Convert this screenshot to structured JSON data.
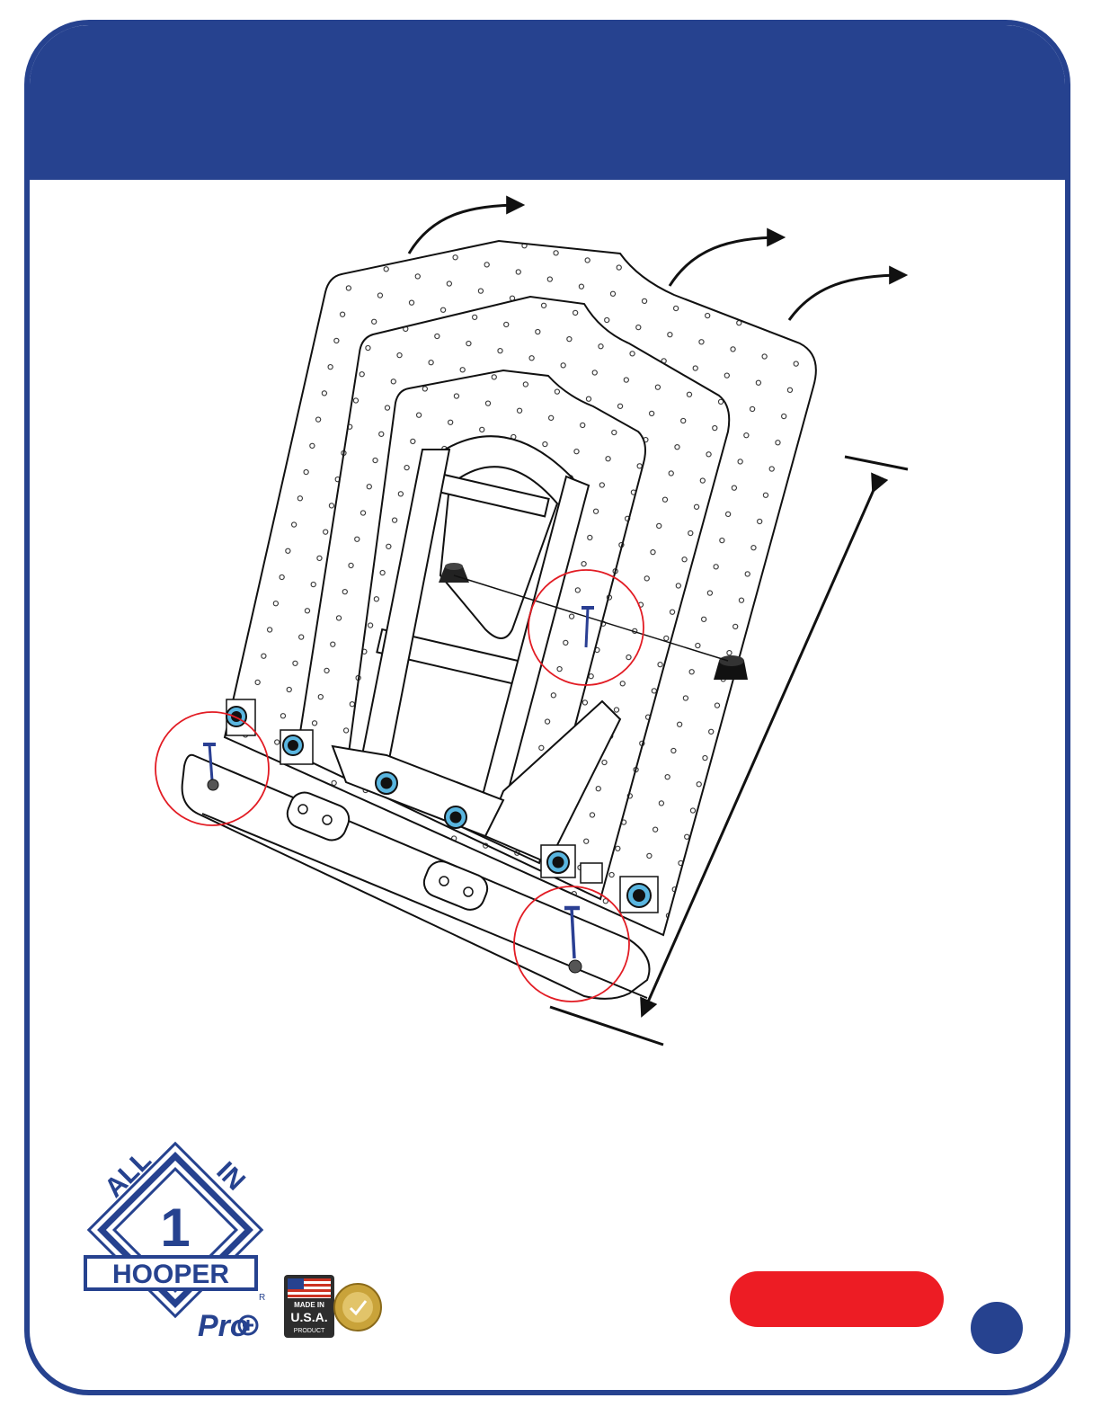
{
  "header": {
    "title": ""
  },
  "logo": {
    "word_all": "ALL",
    "word_in": "IN",
    "numeral": "1",
    "brand": "HOOPER",
    "sub": "Pro",
    "registered": "R"
  },
  "badges": {
    "made_in_line1": "MADE IN",
    "made_in_line2": "U.S.A.",
    "made_in_line3": "PRODUCT"
  },
  "footer": {
    "pill_label": "",
    "page_number": ""
  },
  "colors": {
    "brand_blue": "#26428f",
    "accent_red": "#ed1c24",
    "screw_blue": "#2a3f93",
    "gold": "#c9a33a"
  },
  "icons": [
    "screw-icon",
    "arrow-icon",
    "usa-flag-icon",
    "gold-seal-icon"
  ]
}
